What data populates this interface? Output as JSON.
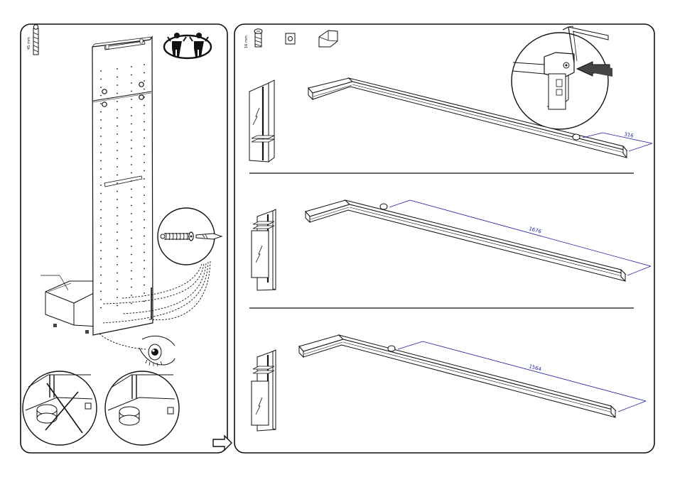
{
  "left_panel": {
    "screw_length_label": "45 mm"
  },
  "right_panel": {
    "screw_length_label": "16 mm",
    "steps": [
      {
        "dimension": "316"
      },
      {
        "dimension": "1676"
      },
      {
        "dimension": "1564"
      }
    ]
  },
  "colors": {
    "outline": "#111111",
    "dimension_line": "#1a1aa8"
  }
}
